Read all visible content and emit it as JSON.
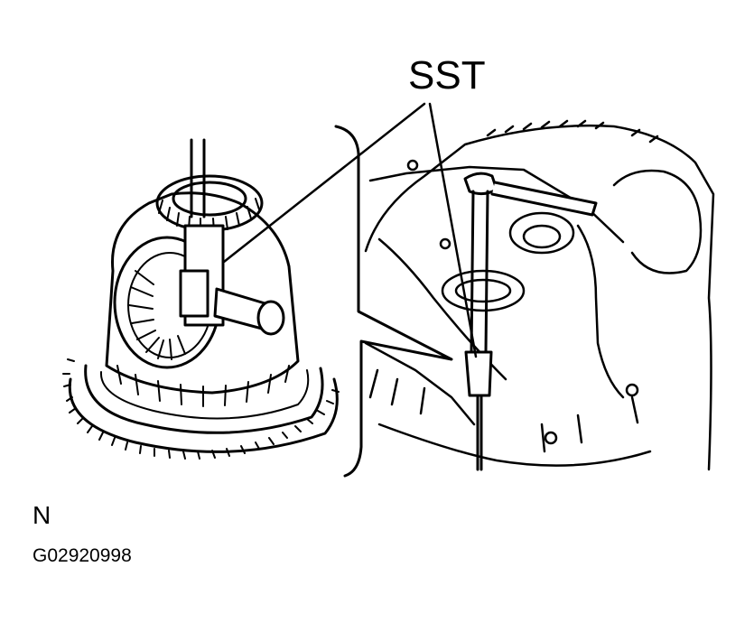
{
  "diagram": {
    "callout_label": "SST",
    "code_letter": "N",
    "figure_id": "G02920998"
  }
}
